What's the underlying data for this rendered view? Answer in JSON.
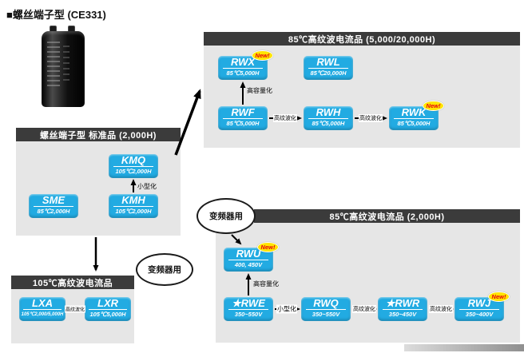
{
  "page": {
    "title": "■螺丝端子型 (CE331)"
  },
  "badge": {
    "new": "New!"
  },
  "labels": {
    "high_capacity": "高容量化",
    "miniaturize": "小型化",
    "high_ripple": "高纹波化",
    "inverter_use": "变频器用"
  },
  "groups": {
    "ripple85_long": {
      "header": "85℃高纹波电流品 (5,000/20,000H)"
    },
    "standard": {
      "header": "螺丝端子型 标准品 (2,000H)"
    },
    "ripple105": {
      "header": "105℃高纹波电流品"
    },
    "ripple85_2000": {
      "header": "85℃高纹波电流品 (2,000H)"
    }
  },
  "products": {
    "rwx": {
      "name": "RWX",
      "spec": "85℃5,000H",
      "new": true
    },
    "rwl": {
      "name": "RWL",
      "spec": "85℃20,000H"
    },
    "rwf": {
      "name": "RWF",
      "spec": "85℃5,000H"
    },
    "rwh": {
      "name": "RWH",
      "spec": "85℃5,000H"
    },
    "rwk": {
      "name": "RWK",
      "spec": "85℃5,000H",
      "new": true
    },
    "kmq": {
      "name": "KMQ",
      "spec": "105℃2,000H"
    },
    "sme": {
      "name": "SME",
      "spec": "85℃2,000H"
    },
    "kmh": {
      "name": "KMH",
      "spec": "105℃2,000H"
    },
    "lxa": {
      "name": "LXA",
      "spec": "105℃2,000/5,000H"
    },
    "lxr": {
      "name": "LXR",
      "spec": "105℃5,000H"
    },
    "rwu": {
      "name": "RWU",
      "spec": "400, 450V",
      "new": true
    },
    "rwe": {
      "name": "★RWE",
      "spec": "350~550V"
    },
    "rwq": {
      "name": "RWQ",
      "spec": "350~550V"
    },
    "rwr": {
      "name": "★RWR",
      "spec": "350~450V"
    },
    "rwj": {
      "name": "RWJ",
      "spec": "350~400V",
      "new": true
    }
  },
  "colors": {
    "box": "#22abe2",
    "group_header": "#3b3b3b",
    "group_body": "#e6e6e6",
    "badge_bg": "#ffe400",
    "badge_text": "#e60012"
  }
}
